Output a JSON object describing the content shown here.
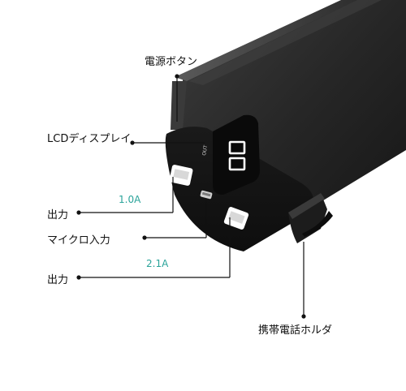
{
  "labels": {
    "power_button": "電源ボタン",
    "lcd_display": "LCDディスプレイ",
    "output_1": "出力",
    "micro_input": "マイクロ入力",
    "output_2": "出力",
    "phone_holder": "携帯電話ホルダ"
  },
  "currents": {
    "output_1": "1.0A",
    "output_2": "2.1A"
  },
  "device": {
    "port_text": "OUT",
    "lcd_value": "00"
  },
  "colors": {
    "accent_text": "#2aa39a",
    "device_body": "#2b2b2b",
    "lcd_digits": "#ffffff",
    "leader_line": "#111111"
  }
}
